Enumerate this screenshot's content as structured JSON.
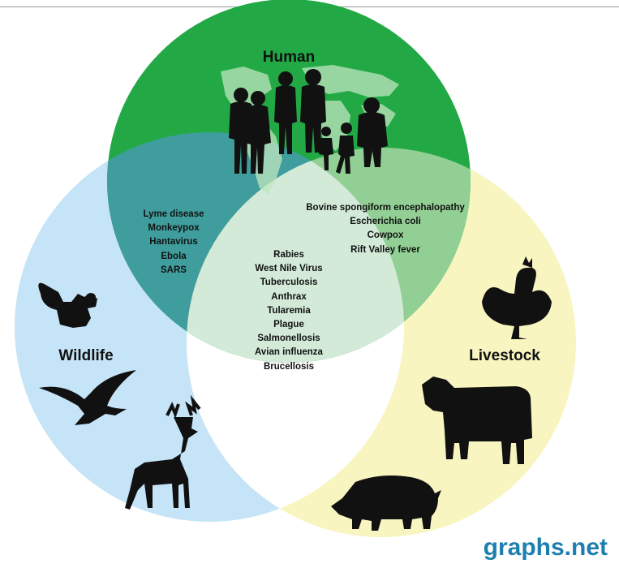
{
  "sets": {
    "human": {
      "label": "Human",
      "color": "#22a845"
    },
    "wildlife": {
      "label": "Wildlife",
      "color": "#c6e4f7"
    },
    "livestock": {
      "label": "Livestock",
      "color": "#f8f5c0"
    }
  },
  "regions": {
    "human_wildlife": [
      "Lyme disease",
      "Monkeypox",
      "Hantavirus",
      "Ebola",
      "SARS"
    ],
    "human_livestock": [
      "Bovine spongiform encephalopathy",
      "Escherichia coli",
      "Cowpox",
      "Rift Valley fever"
    ],
    "all_three": [
      "Rabies",
      "West Nile Virus",
      "Tuberculosis",
      "Anthrax",
      "Tularemia",
      "Plague",
      "Salmonellosis",
      "Avian influenza",
      "Brucellosis"
    ]
  },
  "icons": {
    "human": "people-silhouettes-on-world-map-icon",
    "wildlife": [
      "squirrel-icon",
      "bird-icon",
      "deer-icon"
    ],
    "livestock": [
      "rooster-icon",
      "cow-icon",
      "pig-icon"
    ]
  },
  "watermark": "graphs.net"
}
